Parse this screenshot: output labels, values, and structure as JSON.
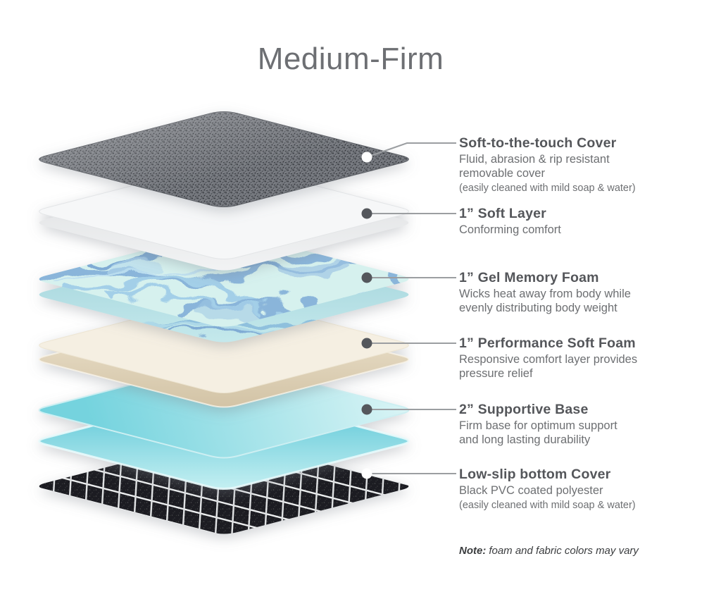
{
  "title": "Medium-Firm",
  "firmness": "Medium-Firm",
  "layers": [
    {
      "name": "Soft-to-the-touch Cover",
      "description_lines": [
        "Fluid, abrasion & rip resistant",
        "removable cover"
      ],
      "fine_print": "(easily cleaned with mild soap & water)",
      "color": "#74777d",
      "texture": "speckled-gray-fabric"
    },
    {
      "name": "1” Soft Layer",
      "description_lines": [
        "Conforming comfort"
      ],
      "fine_print": "",
      "color": "#f5f6f7",
      "texture": "smooth-white-foam"
    },
    {
      "name": "1” Gel Memory Foam",
      "description_lines": [
        "Wicks heat away from body while",
        "evenly distributing body weight"
      ],
      "fine_print": "",
      "color": "#d6f1ee",
      "texture": "blue-gel-marble-swirl"
    },
    {
      "name": "1” Performance Soft Foam",
      "description_lines": [
        "Responsive comfort layer provides",
        "pressure relief"
      ],
      "fine_print": "",
      "color": "#f5efe2",
      "texture": "smooth-cream-foam"
    },
    {
      "name": "2” Supportive Base",
      "description_lines": [
        "Firm base for optimum support",
        "and long lasting durability"
      ],
      "fine_print": "",
      "color": "#7ed7e1",
      "texture": "smooth-teal-foam"
    },
    {
      "name": "Low-slip bottom Cover",
      "description_lines": [
        "Black PVC coated polyester"
      ],
      "fine_print": "(easily cleaned with mild soap & water)",
      "color": "#1d1e22",
      "texture": "black-grid-pvc"
    }
  ],
  "note": {
    "label": "Note:",
    "text": "foam and fabric colors may vary"
  }
}
